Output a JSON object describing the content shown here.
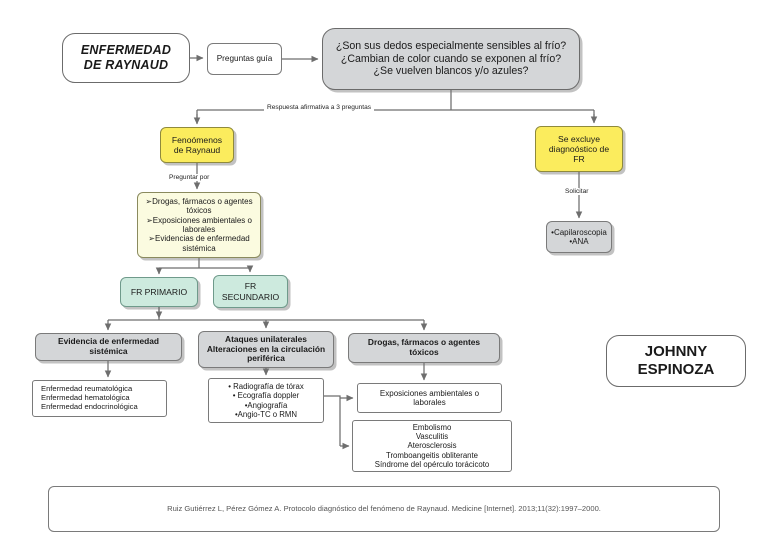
{
  "diagram": {
    "title_node": {
      "lines": [
        "ENFERMEDAD",
        "DE RAYNAUD"
      ]
    },
    "preguntas_guia": {
      "lines": [
        "Preguntas guía"
      ]
    },
    "questions": {
      "lines": [
        "¿Son sus dedos especialmente sensibles al frío?",
        "¿Cambian de color cuando se exponen al frío?",
        "¿Se vuelven blancos y/o azules?"
      ]
    },
    "edge_labels": {
      "respuesta_afirmativa": "Respuesta afirmativa a 3 preguntas",
      "preguntar_por": "Preguntar por",
      "solicitar": "Solicitar"
    },
    "fenomenos": {
      "lines": [
        "Fenoómenos",
        "de Raynaud"
      ]
    },
    "se_excluye": {
      "lines": [
        "Se excluye",
        "diagnoóstico de",
        "FR"
      ]
    },
    "capilaroscopia": {
      "lines": [
        "•Capilaroscopia",
        "•ANA"
      ]
    },
    "preguntar_por_list": {
      "lines": [
        "➢Drogas, fármacos o agentes",
        "tóxicos",
        "➢Exposiciones ambientales o",
        "laborales",
        "➢Evidencias de enfermedad",
        "sistémica"
      ]
    },
    "fr_primario": {
      "lines": [
        "FR PRIMARIO"
      ]
    },
    "fr_secundario": {
      "lines": [
        "FR",
        "SECUNDARIO"
      ]
    },
    "evidencia_enfermedad": {
      "lines": [
        "Evidencia de enfermedad",
        "sistémica"
      ]
    },
    "ataques": {
      "lines": [
        "Ataques unilaterales",
        "Alteraciones en la circulación",
        "periférica"
      ]
    },
    "drogas_header": {
      "lines": [
        "Drogas, fármacos o agentes",
        "tóxicos"
      ]
    },
    "enfermedades": {
      "lines": [
        "Enfermedad reumatológica",
        "Enfermedad hematológica",
        "Enfermedad endocrinológica"
      ]
    },
    "pruebas": {
      "lines": [
        "• Radiografía de tórax",
        "•  Ecografía doppler",
        "•Angiografía",
        "•Angio-TC o RMN"
      ]
    },
    "exposiciones": {
      "lines": [
        "Exposiciones ambientales o",
        "laborales"
      ]
    },
    "causas": {
      "lines": [
        "Embolismo",
        "Vasculitis",
        "Aterosclerosis",
        "Tromboangeitis obliterante",
        "Síndrome del opérculo torácicoto"
      ]
    },
    "author": {
      "lines": [
        "JOHNNY",
        "ESPINOZA"
      ]
    },
    "citation": {
      "lines": [
        "Ruiz Gutiérrez L, Pérez Gómez A. Protocolo diagnóstico del fenómeno de Raynaud. Medicine [Internet]. 2013;11(32):1997–2000."
      ]
    },
    "colors": {
      "grey_fill": "#d4d6d8",
      "yellow_fill": "#fbec5d",
      "cream_fill": "#fbfbe0",
      "mint_fill": "#cdeade",
      "white_fill": "#ffffff",
      "connector": "#6e6e6e",
      "text": "#1a1a1a"
    }
  }
}
